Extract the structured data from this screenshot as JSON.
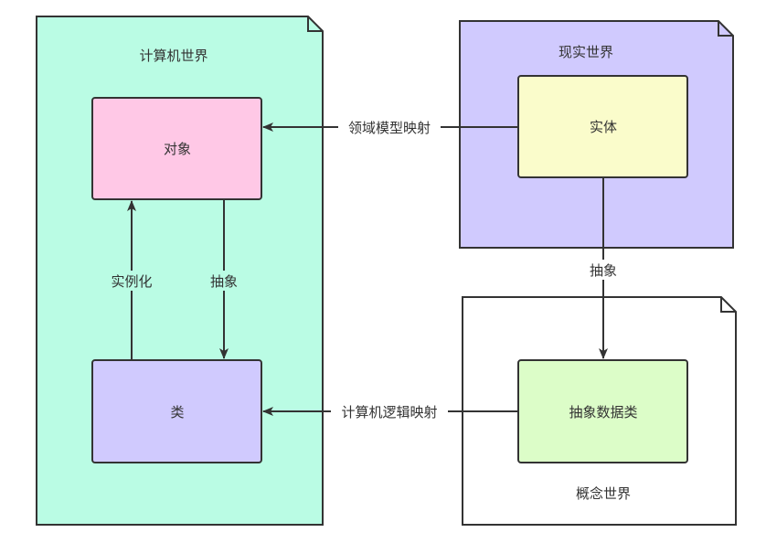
{
  "containers": {
    "computer_world": {
      "title": "计算机世界",
      "color": "#BAFCE4"
    },
    "real_world": {
      "title": "现实世界",
      "color": "#D0CAFE"
    },
    "concept_world": {
      "title": "概念世界",
      "color": "#FFFFFF"
    }
  },
  "nodes": {
    "object": {
      "label": "对象",
      "color": "#FFC8E6"
    },
    "class": {
      "label": "类",
      "color": "#D0CAFE"
    },
    "entity": {
      "label": "实体",
      "color": "#FAFCCB"
    },
    "abstract_data_class": {
      "label": "抽象数据类",
      "color": "#DCFDC8"
    }
  },
  "edges": {
    "domain_model_mapping": "领域模型映射",
    "logic_mapping": "计算机逻辑映射",
    "entity_abstraction": "抽象",
    "object_abstraction": "抽象",
    "instantiation": "实例化"
  }
}
